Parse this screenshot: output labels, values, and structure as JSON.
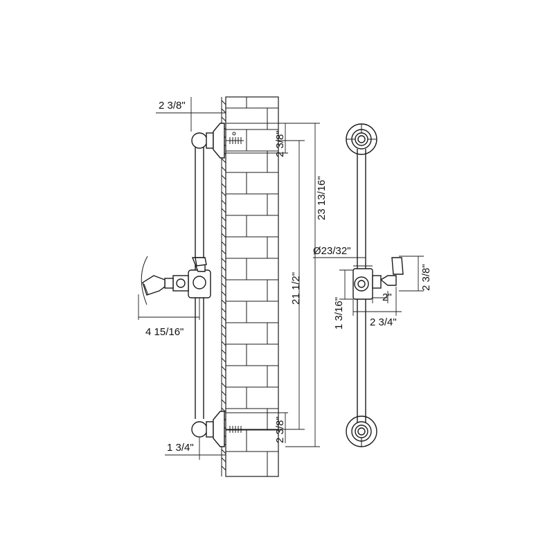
{
  "side_view": {
    "dimensions": {
      "top_offset": "2 3/8\"",
      "top_bracket": "2 3/8\"",
      "center_span": "21 1/2\"",
      "overall_height": "23 13/16\"",
      "holder_reach": "4 15/16\"",
      "bottom_bracket": "2 3/8\"",
      "base_depth": "1 3/4\""
    }
  },
  "front_view": {
    "dimensions": {
      "rail_diameter": "Ø23/32\"",
      "lever_height": "2 3/8\"",
      "valve_width": "2\"",
      "holder_width": "2 3/4\"",
      "holder_height": "1 3/16\""
    }
  }
}
